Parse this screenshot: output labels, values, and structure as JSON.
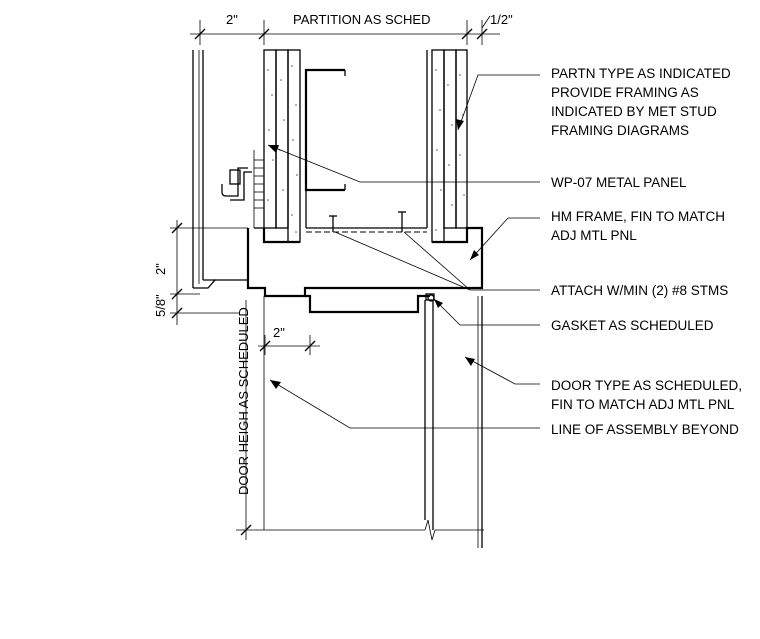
{
  "dimensions": {
    "top_left": "2\"",
    "top_center": "PARTITION AS SCHED",
    "top_right": "1/2\"",
    "left_upper": "2\"",
    "left_lower": "5/8\"",
    "bottom_small": "2\"",
    "vertical_door": "DOOR HEIGH AS SCHEDULED"
  },
  "callouts": [
    {
      "lines": [
        "PARTN TYPE AS INDICATED",
        "PROVIDE FRAMING AS",
        "INDICATED BY MET STUD",
        "FRAMING DIAGRAMS"
      ]
    },
    {
      "lines": [
        "WP-07 METAL PANEL"
      ]
    },
    {
      "lines": [
        "HM FRAME, FIN TO MATCH",
        "ADJ MTL PNL"
      ]
    },
    {
      "lines": [
        "ATTACH W/MIN (2) #8 STMS"
      ]
    },
    {
      "lines": [
        "GASKET AS SCHEDULED"
      ]
    },
    {
      "lines": [
        "DOOR TYPE AS SCHEDULED,",
        "FIN TO MATCH ADJ MTL PNL"
      ]
    },
    {
      "lines": [
        "LINE OF ASSEMBLY BEYOND"
      ]
    }
  ]
}
